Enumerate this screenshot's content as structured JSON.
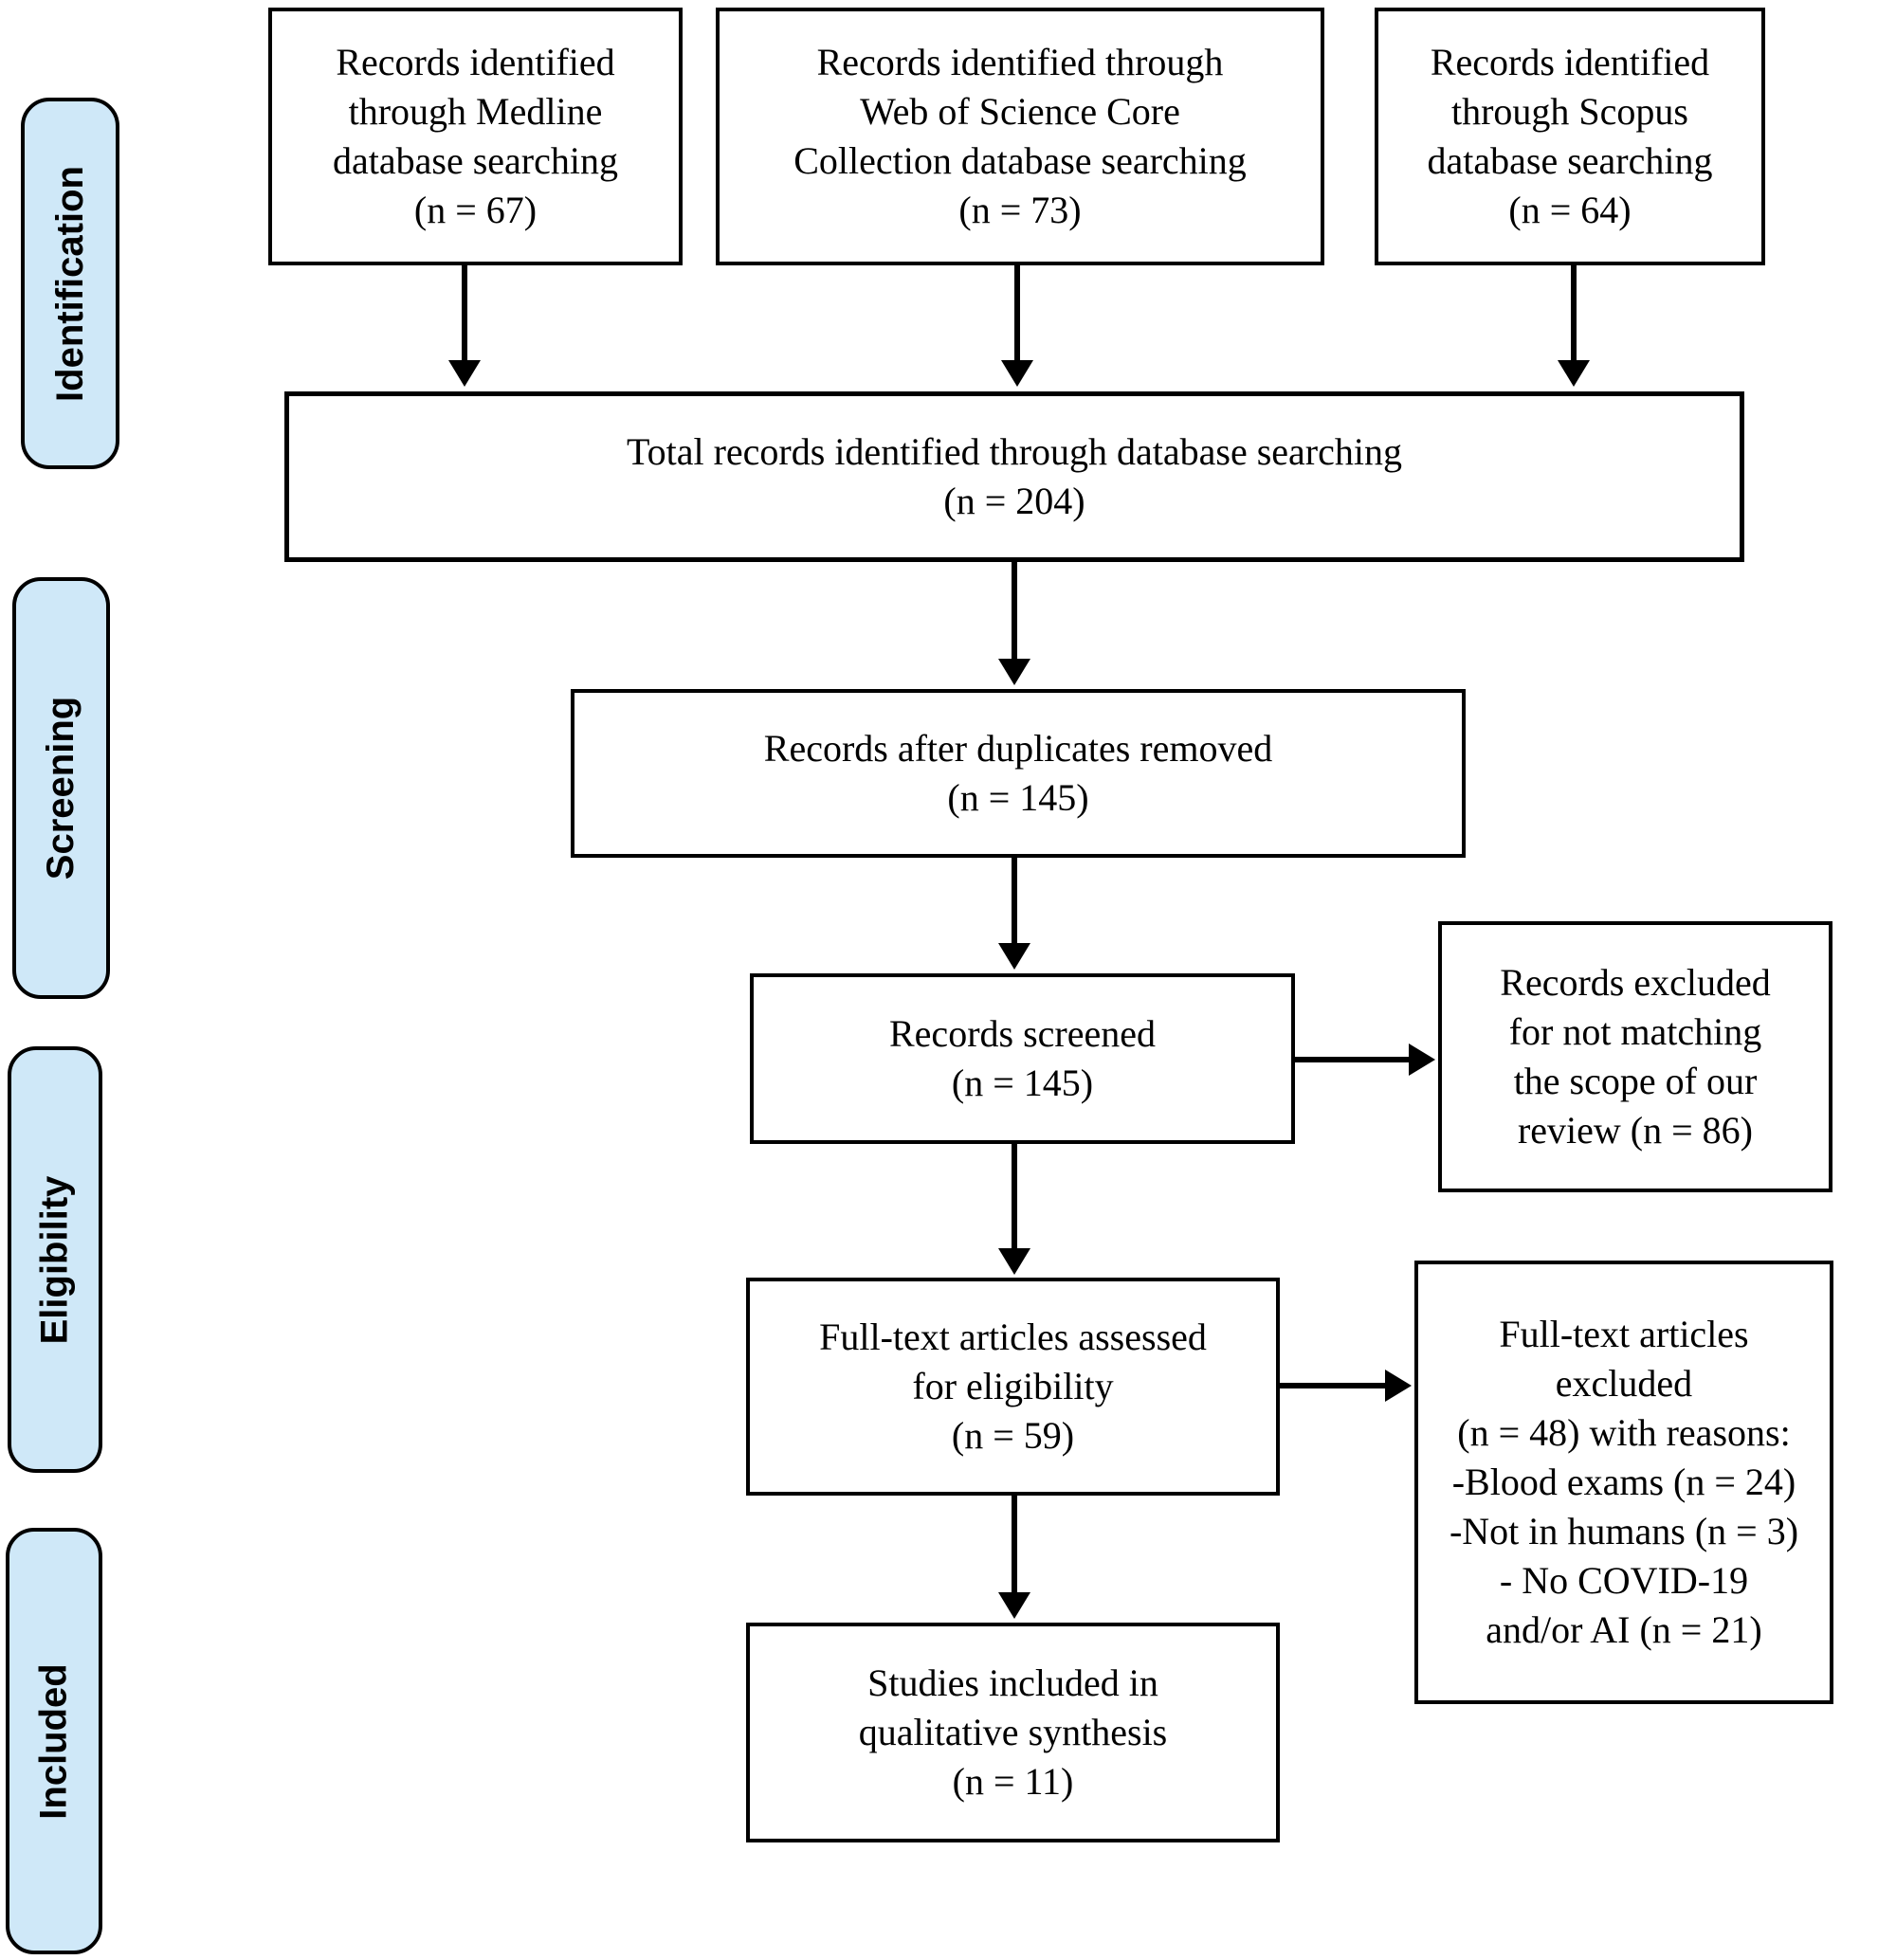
{
  "diagram": {
    "type": "prisma-flow",
    "stages": [
      {
        "label": "Identification"
      },
      {
        "label": "Screening"
      },
      {
        "label": "Eligibility"
      },
      {
        "label": "Included"
      }
    ],
    "boxes": {
      "medline": "Records identified\nthrough Medline\ndatabase searching\n(n = 67)",
      "web_of_science": "Records identified through\nWeb of Science Core\nCollection database searching\n(n = 73)",
      "scopus": "Records identified\nthrough Scopus\ndatabase searching\n(n = 64)",
      "total": "Total records identified through database searching\n(n = 204)",
      "after_duplicates": "Records after duplicates removed\n(n = 145)",
      "screened": "Records screened\n(n = 145)",
      "excluded_screening": "Records excluded\nfor not matching\nthe scope of our\nreview (n = 86)",
      "fulltext_assessed": "Full-text articles assessed\nfor eligibility\n(n = 59)",
      "fulltext_excluded": "Full-text articles\nexcluded\n(n = 48) with reasons:\n-Blood exams (n = 24)\n-Not in humans (n = 3)\n- No COVID-19\nand/or AI (n = 21)",
      "included_qualitative": "Studies included in\nqualitative synthesis\n(n = 11)"
    },
    "counts": {
      "medline": 67,
      "web_of_science": 73,
      "scopus": 64,
      "total_identified": 204,
      "after_duplicates": 145,
      "screened": 145,
      "excluded_screening": 86,
      "fulltext_assessed": 59,
      "fulltext_excluded": 48,
      "excluded_blood_exams": 24,
      "excluded_not_in_humans": 3,
      "excluded_no_covid_or_ai": 21,
      "included_qualitative": 11
    },
    "colors": {
      "stage_fill": "#cfe8f8",
      "line": "#000000",
      "box_fill": "#ffffff"
    }
  }
}
